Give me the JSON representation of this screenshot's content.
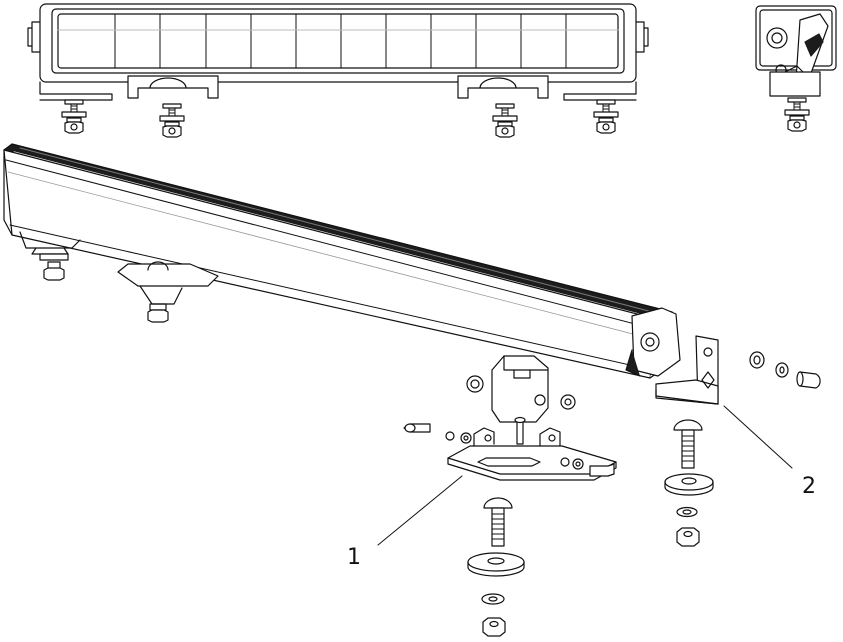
{
  "diagram": {
    "callouts": [
      {
        "id": "1",
        "label": "1"
      },
      {
        "id": "2",
        "label": "2"
      }
    ],
    "colors": {
      "line": "#111111",
      "body_dark": "#1c1c1c",
      "lens": "#f4f4f4",
      "background": "#ffffff"
    }
  }
}
